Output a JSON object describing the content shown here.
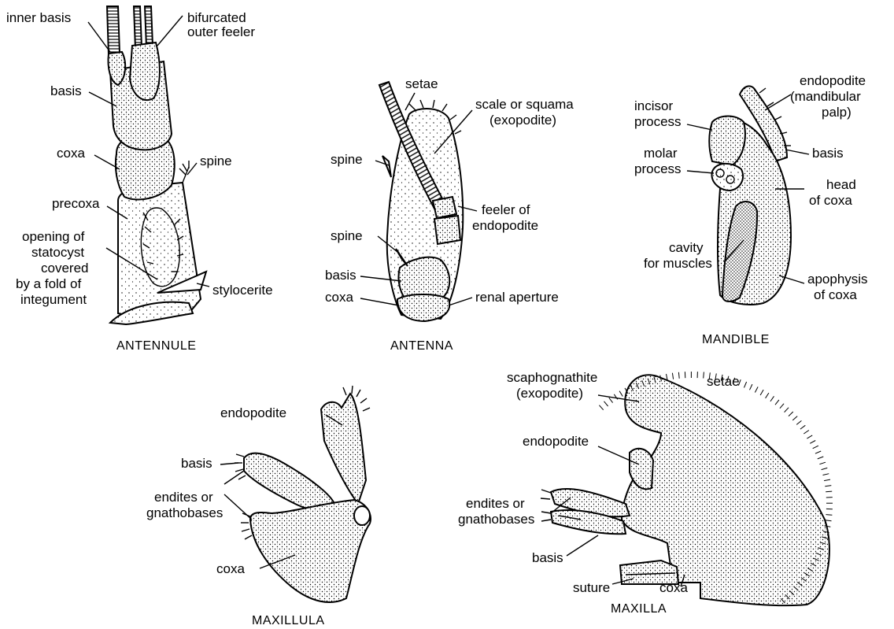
{
  "panels": {
    "antennule": {
      "title": "ANTENNULE",
      "labels": {
        "inner_basis": "inner basis",
        "bifurcated_1": "bifurcated",
        "bifurcated_2": "outer feeler",
        "basis": "basis",
        "coxa": "coxa",
        "spine": "spine",
        "precoxa": "precoxa",
        "opening_1": "opening of",
        "opening_2": "statocyst",
        "opening_3": "covered",
        "opening_4": "by a fold of",
        "opening_5": "integument",
        "stylocerite": "stylocerite"
      }
    },
    "antenna": {
      "title": "ANTENNA",
      "labels": {
        "setae": "setae",
        "scale_1": "scale or squama",
        "scale_2": "(exopodite)",
        "spine_upper": "spine",
        "feeler_1": "feeler of",
        "feeler_2": "endopodite",
        "spine_lower": "spine",
        "basis": "basis",
        "coxa": "coxa",
        "renal": "renal aperture"
      }
    },
    "mandible": {
      "title": "MANDIBLE",
      "labels": {
        "endopodite_1": "endopodite",
        "endopodite_2": "(mandibular",
        "endopodite_3": "palp)",
        "incisor_1": "incisor",
        "incisor_2": "process",
        "basis": "basis",
        "molar_1": "molar",
        "molar_2": "process",
        "head_1": "head",
        "head_2": "of coxa",
        "cavity_1": "cavity",
        "cavity_2": "for muscles",
        "apophysis_1": "apophysis",
        "apophysis_2": "of coxa"
      }
    },
    "maxillula": {
      "title": "MAXILLULA",
      "labels": {
        "endopodite": "endopodite",
        "basis": "basis",
        "endites_1": "endites or",
        "endites_2": "gnathobases",
        "coxa": "coxa"
      }
    },
    "maxilla": {
      "title": "MAXILLA",
      "labels": {
        "scapho_1": "scaphognathite",
        "scapho_2": "(exopodite)",
        "setae": "setae",
        "endopodite": "endopodite",
        "endites_1": "endites or",
        "endites_2": "gnathobases",
        "basis": "basis",
        "suture": "suture",
        "coxa": "coxa"
      }
    }
  }
}
